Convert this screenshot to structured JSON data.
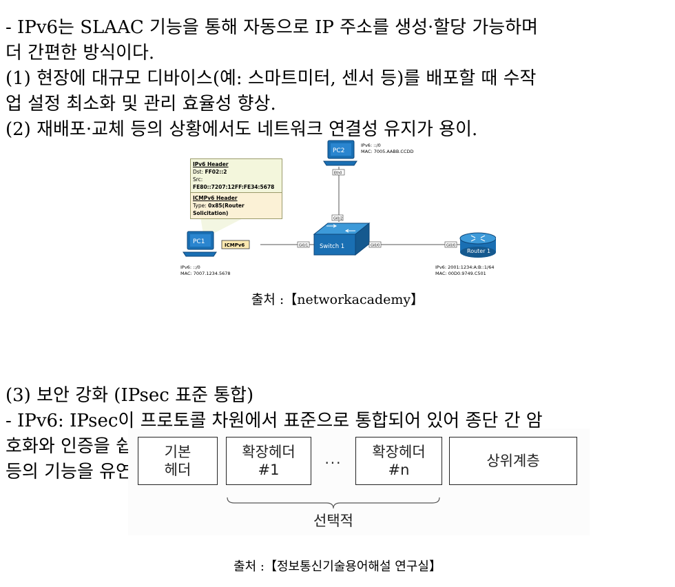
{
  "text": {
    "p1": "- IPv6는 SLAAC 기능을 통해 자동으로 IP 주소를 생성·할당 가능하며\n더 간편한 방식이다.",
    "p2": "(1) 현장에 대규모 디바이스(예: 스마트미터, 센서 등)를 배포할 때 수작\n업 설정 최소화 및 관리 효율성 향상.",
    "p3": "(2) 재배포·교체 등의 상황에서도 네트워크 연결성 유지가 용이.",
    "p4": "(3) 보안 강화 (IPsec 표준 통합)",
    "p5": "- IPv6: IPsec이 프로토콜 차원에서 표준으로 통합되어 있어 종단 간 암\n호화와 인증을 쉽게 적용 가능. 확장 헤더 구조를 통해 인증·암호화\n등의 기능을 유연하게 구현 가능.",
    "caption1": "출처 :【networkacademy】",
    "caption2": "출처 :【정보통신기술용어해설 연구실】"
  },
  "network_diagram": {
    "pc2": {
      "label": "PC2",
      "ipv6": "IPv6: ::/0",
      "mac": "MAC: 7005.AABB.CCDD",
      "port": "Eth0"
    },
    "pc1": {
      "label": "PC1",
      "ipv6": "IPv6: ::/0",
      "mac": "MAC: 7007.1234.5678",
      "packet": "ICMPv6"
    },
    "switch": {
      "label": "Switch 1",
      "port_top": "Gi0/2",
      "port_left": "Gi0/1",
      "port_right": "Gi0/0"
    },
    "router": {
      "label": "Router 1",
      "port": "Gi0/0",
      "ipv6": "IPv6: 2001:1234:A:B::1/64",
      "mac": "MAC: 00D0.9749.C501"
    },
    "ipv6_header": {
      "title": "IPv6 Header",
      "dst_label": "Dst:",
      "dst": "FF02::2",
      "src_label": "Src:",
      "src": "FE80::7207:12FF:FE34:5678"
    },
    "icmpv6_header": {
      "title": "ICMPv6 Header",
      "type_label": "Type:",
      "type": "0x85(Router Solicitation)"
    },
    "colors": {
      "device": "#1a6fb3",
      "header_fill": "#f3f6dc",
      "packet_fill": "#fbe8b0"
    }
  },
  "extension_figure": {
    "cells": [
      "기본\n헤더",
      "확장헤더\n#1",
      "확장헤더\n#n",
      "상위계층"
    ],
    "dots": "···",
    "brace_label": "선택적"
  }
}
